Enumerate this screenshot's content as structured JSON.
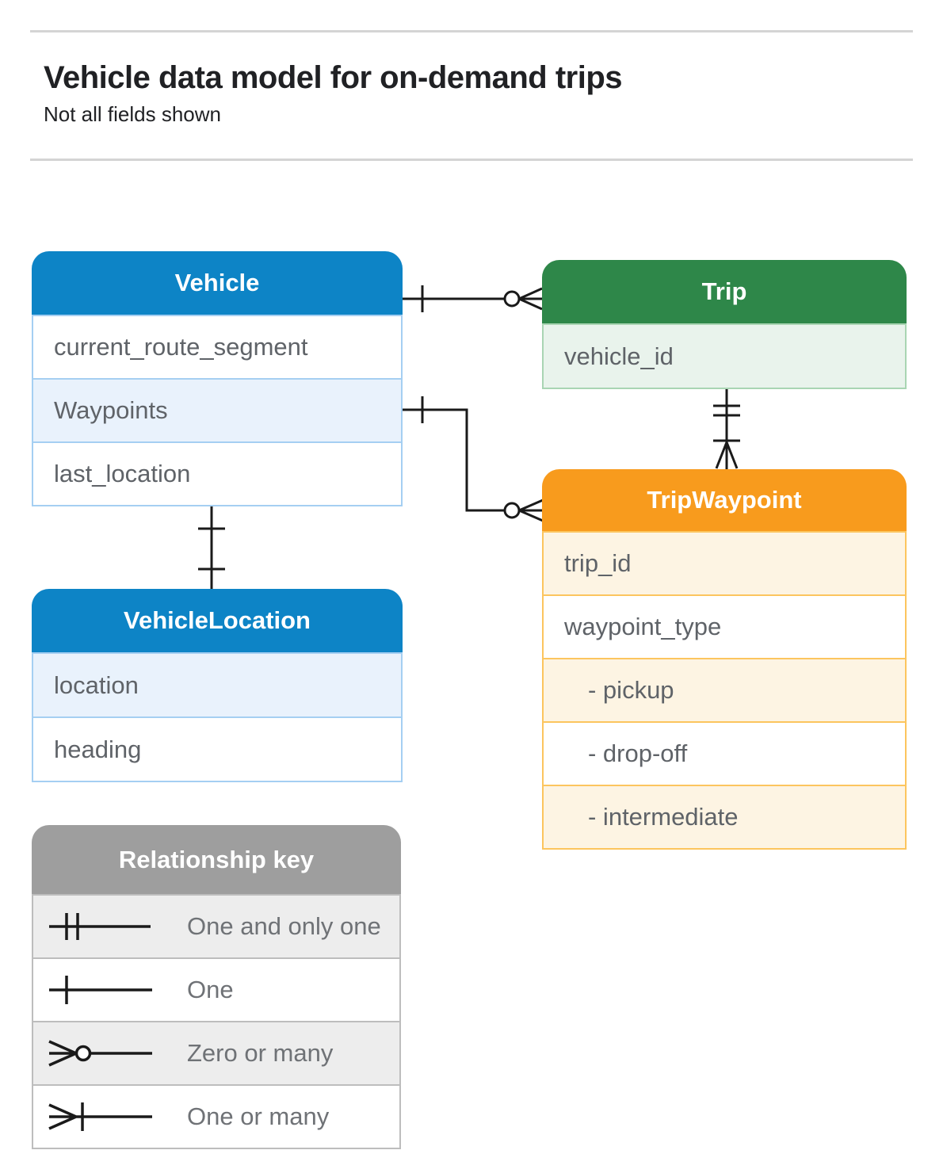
{
  "header": {
    "title": "Vehicle data model for on-demand trips",
    "subtitle": "Not all fields shown"
  },
  "entities": {
    "vehicle": {
      "title": "Vehicle",
      "fields": [
        "current_route_segment",
        "Waypoints",
        "last_location"
      ]
    },
    "trip": {
      "title": "Trip",
      "fields": [
        "vehicle_id"
      ]
    },
    "trip_waypoint": {
      "title": "TripWaypoint",
      "fields": [
        "trip_id",
        "waypoint_type",
        "- pickup",
        "- drop-off",
        "- intermediate"
      ]
    },
    "vehicle_location": {
      "title": "VehicleLocation",
      "fields": [
        "location",
        "heading"
      ]
    }
  },
  "relationships": [
    {
      "from": "Vehicle",
      "to": "Trip",
      "from_cardinality": "one",
      "to_cardinality": "zero-or-many"
    },
    {
      "from": "Vehicle.Waypoints",
      "to": "TripWaypoint",
      "from_cardinality": "one",
      "to_cardinality": "zero-or-many"
    },
    {
      "from": "Vehicle",
      "to": "VehicleLocation",
      "from_cardinality": "one",
      "to_cardinality": "one"
    },
    {
      "from": "Trip",
      "to": "TripWaypoint",
      "from_cardinality": "one-and-only-one",
      "to_cardinality": "one-or-many"
    }
  ],
  "legend": {
    "title": "Relationship key",
    "items": [
      {
        "symbol": "one-and-only-one-symbol",
        "label": "One and only one"
      },
      {
        "symbol": "one-symbol",
        "label": "One"
      },
      {
        "symbol": "zero-or-many-symbol",
        "label": "Zero or many"
      },
      {
        "symbol": "one-or-many-symbol",
        "label": "One or many"
      }
    ]
  },
  "colors": {
    "blue": "#0d84c6",
    "blue_border": "#a5cff2",
    "blue_tint": "#e9f2fc",
    "green": "#2e8749",
    "green_border": "#a9d5b3",
    "green_tint": "#e9f3ec",
    "orange": "#f89b1d",
    "orange_border": "#fcc55e",
    "orange_tint": "#fdf4e3",
    "grey": "#9e9e9e",
    "grey_border": "#bdbdbd",
    "grey_tint": "#ededed",
    "text_dark": "#202124",
    "text_field": "#5f6368",
    "text_legend": "#6f7276",
    "connector": "#1a1a1a",
    "divider": "#d4d4d4"
  }
}
